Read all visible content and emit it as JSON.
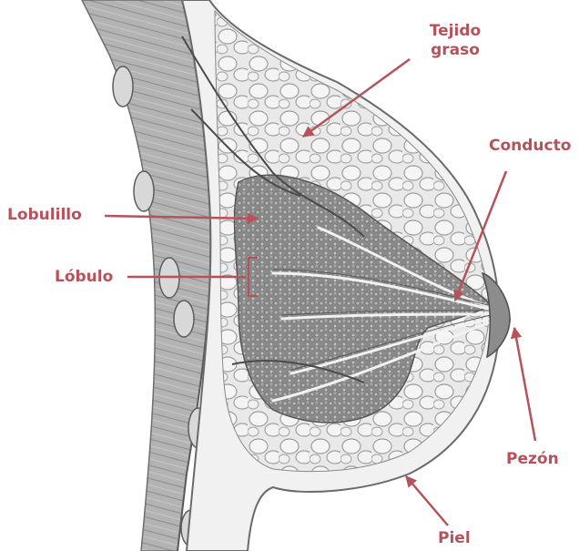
{
  "colors": {
    "label": "#b5525a",
    "arrow": "#b5525a",
    "tissue_dark": "#555555",
    "tissue_mid": "#9a9a9a",
    "tissue_light": "#e2e2e2",
    "background": "#ffffff"
  },
  "labels": {
    "tejido_graso": [
      "Tejido",
      "graso"
    ],
    "conducto": "Conducto",
    "lobulillo": "Lobulillo",
    "lobulo": "Lóbulo",
    "pezon": "Pezón",
    "piel": "Piel"
  }
}
